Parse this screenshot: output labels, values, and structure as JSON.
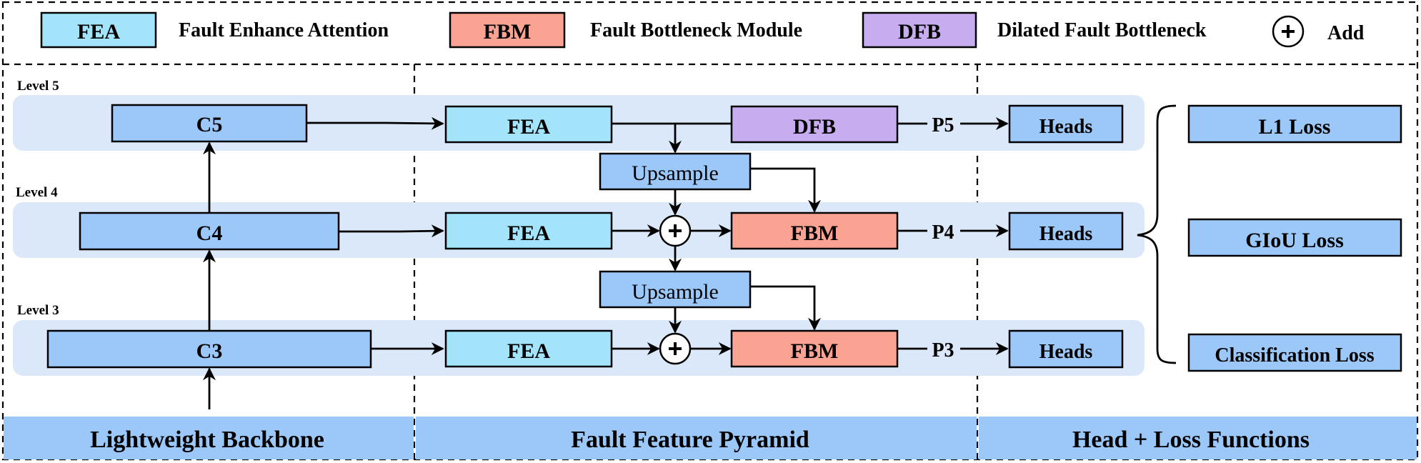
{
  "legend": {
    "fea_abbr": "FEA",
    "fea_full": "Fault Enhance Attention",
    "fbm_abbr": "FBM",
    "fbm_full": "Fault Bottleneck Module",
    "dfb_abbr": "DFB",
    "dfb_full": "Dilated Fault Bottleneck",
    "add_label": "Add"
  },
  "levels": {
    "level5": "Level 5",
    "level4": "Level 4",
    "level3": "Level 3"
  },
  "backbone": {
    "c5": "C5",
    "c4": "C4",
    "c3": "C3"
  },
  "pyramid": {
    "fea5": "FEA",
    "fea4": "FEA",
    "fea3": "FEA",
    "dfb": "DFB",
    "fbm4": "FBM",
    "fbm3": "FBM",
    "upsample1": "Upsample",
    "upsample2": "Upsample",
    "p5": "P5",
    "p4": "P4",
    "p3": "P3"
  },
  "heads": {
    "heads5": "Heads",
    "heads4": "Heads",
    "heads3": "Heads"
  },
  "losses": {
    "l1": "L1 Loss",
    "giou": "GIoU Loss",
    "cls": "Classification Loss"
  },
  "sections": {
    "backbone": "Lightweight Backbone",
    "pyramid": "Fault Feature Pyramid",
    "head_loss": "Head + Loss Functions"
  },
  "colors": {
    "fea": "#a3e4fb",
    "fbm": "#fba393",
    "dfb": "#c7acef",
    "backbone_box": "#9cc8f9",
    "level_band": "#dbe8fa",
    "section_bar": "#9cc8f9"
  }
}
